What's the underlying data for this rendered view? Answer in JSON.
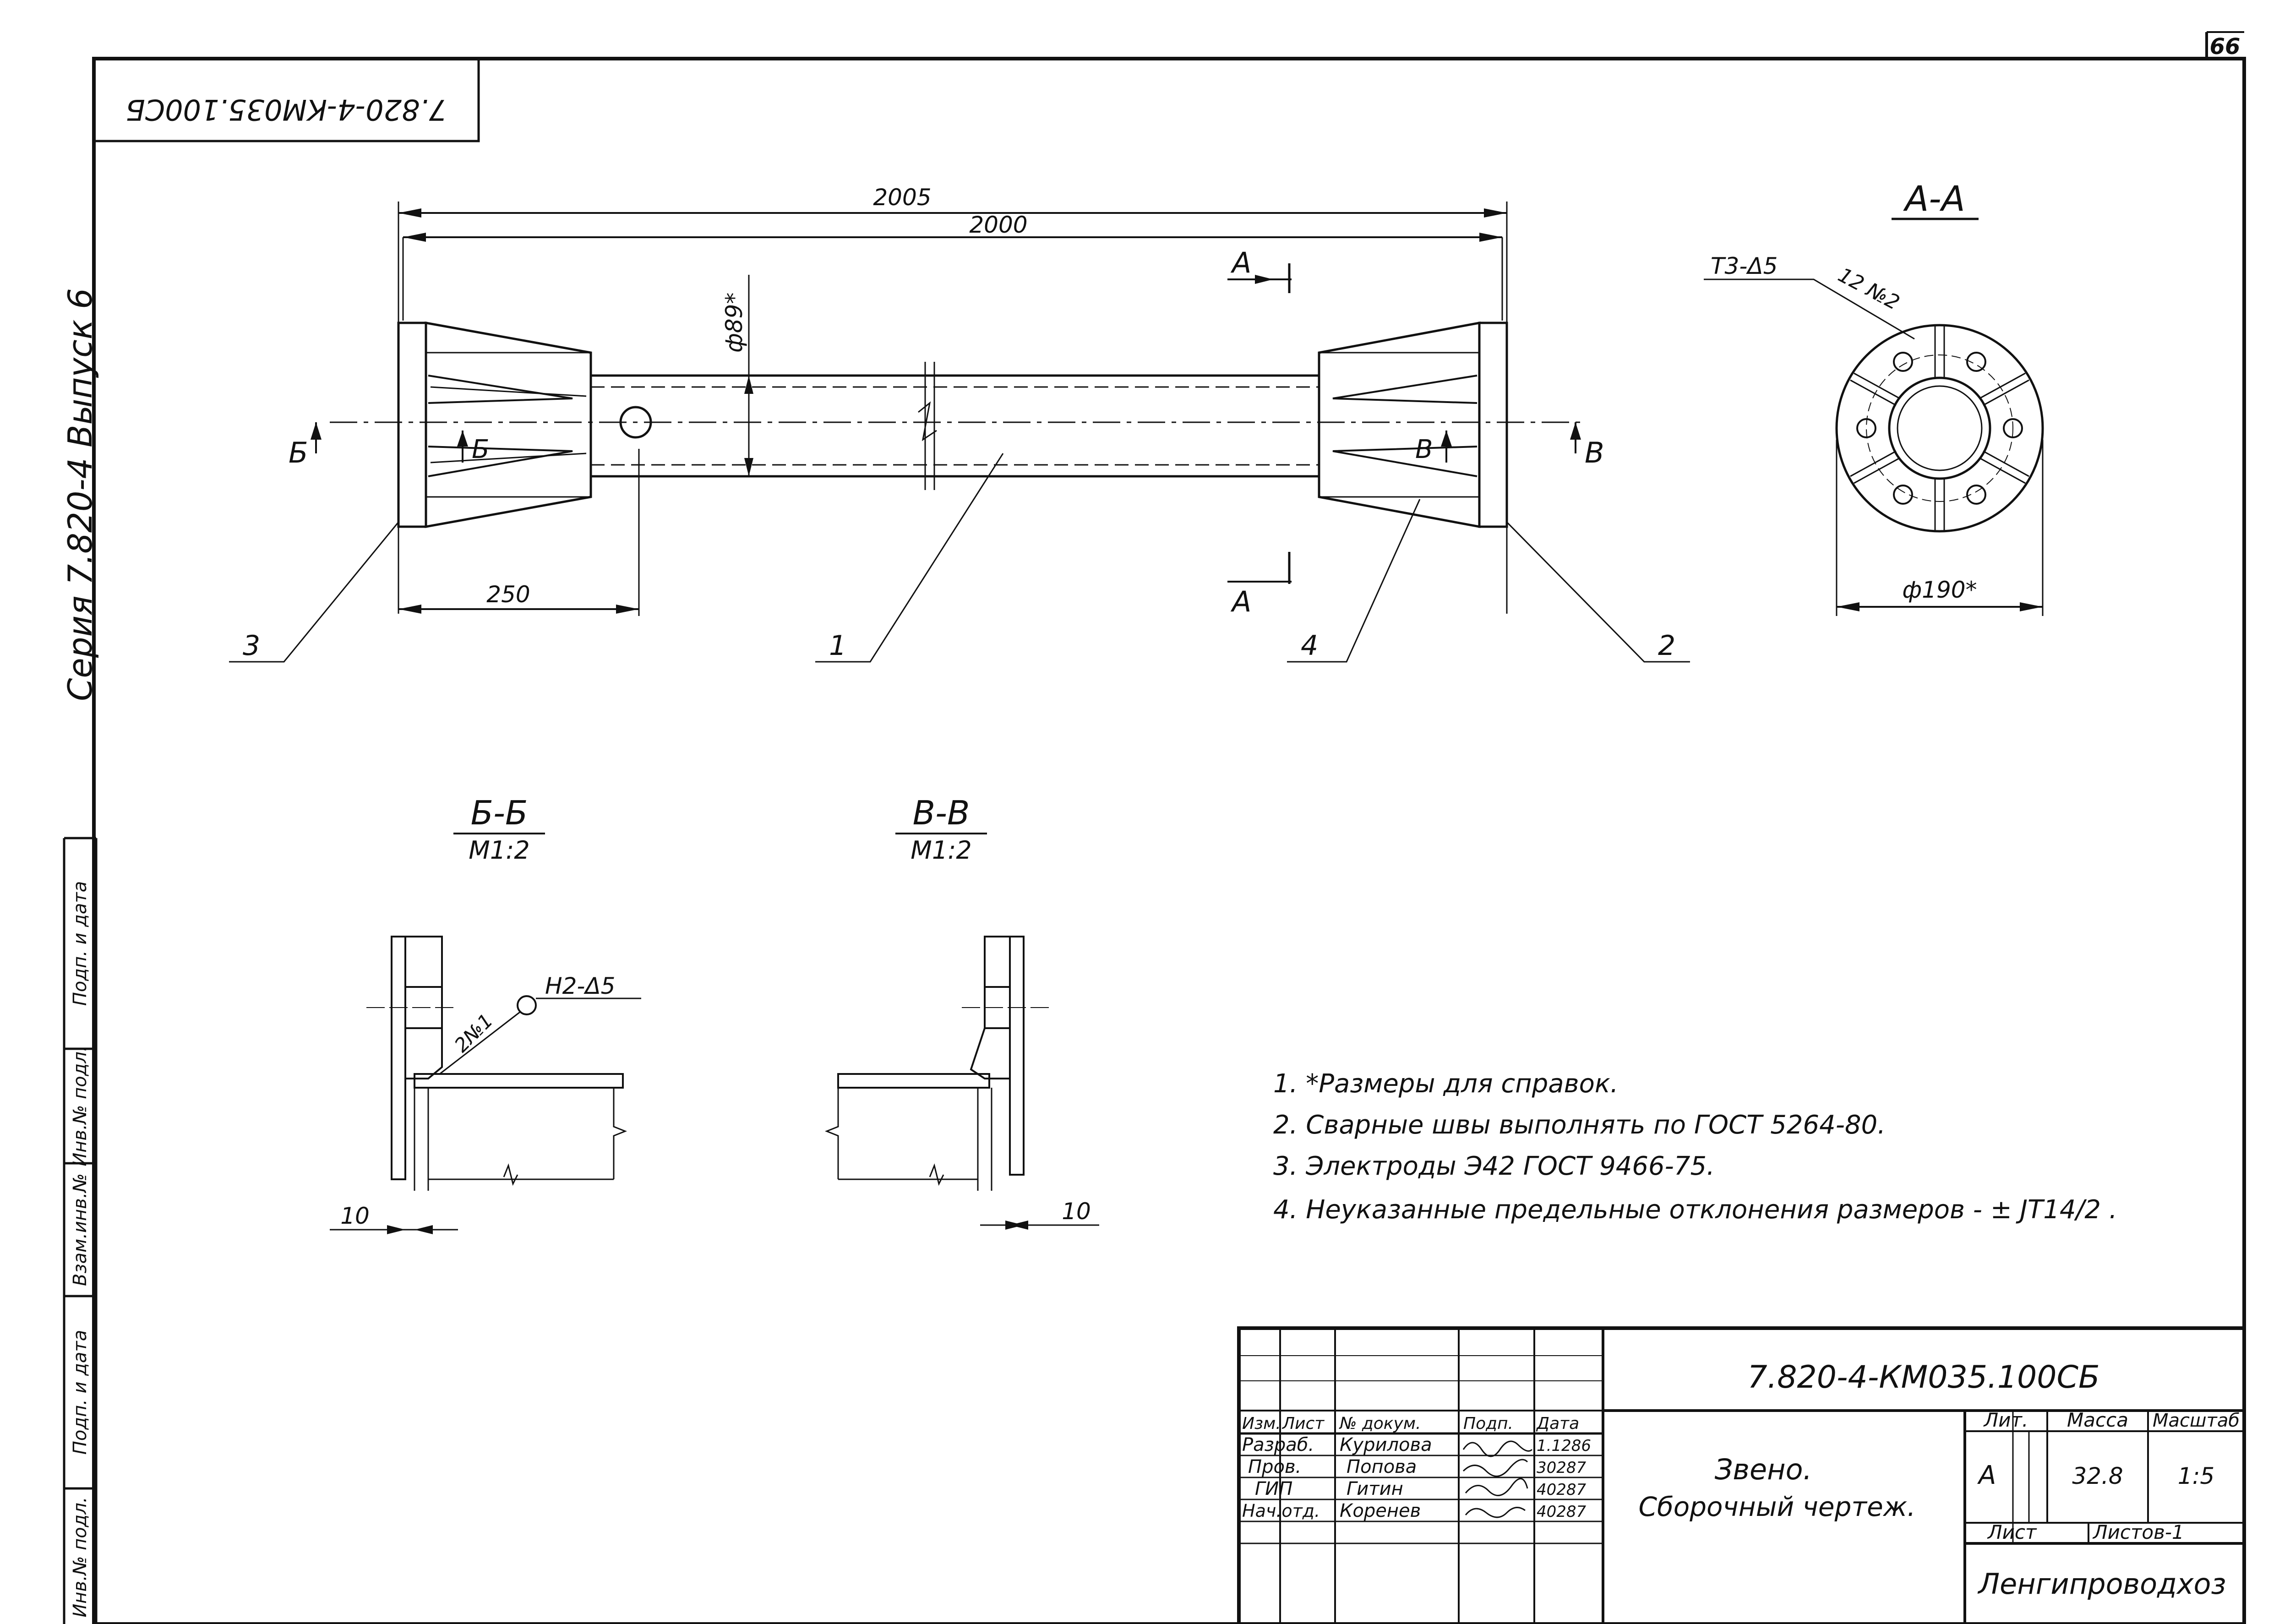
{
  "sheet": {
    "page_number": "66",
    "corner_stamp": "7.820-4-КМ035.100СБ",
    "side_label": "Серия  7.820-4   Выпуск 6",
    "left_strip": {
      "podp_data_1": "Подп. и дата",
      "vzam_inv": "Взам.инв.№",
      "inv_podl": "Инв.№ подл.",
      "podp_data_2": "Подп. и дата",
      "inv_podl_2": "Инв.№ подл."
    }
  },
  "main_view": {
    "dim_total": "2005",
    "dim_length": "2000",
    "dim_diameter": "ф89*",
    "dim_end": "250",
    "section_a_top": "А",
    "section_a_bottom": "А",
    "section_b_left": "Б",
    "section_b_inner": "Б",
    "section_v_inner": "В",
    "section_v_right": "В",
    "callout_3": "3",
    "callout_1": "1",
    "callout_4": "4",
    "callout_2": "2"
  },
  "view_aa": {
    "title": "А-А",
    "weld_label": "Т3-Δ5",
    "weld_note": "12 №2",
    "diameter": "ф190*"
  },
  "section_bb": {
    "title": "Б-Б",
    "scale": "М1:2",
    "weld_label": "Н2-Δ5",
    "weld_note": "2№1",
    "dim": "10"
  },
  "section_vv": {
    "title": "В-В",
    "scale": "М1:2",
    "dim": "10"
  },
  "notes": [
    "1.  *Размеры для справок.",
    "2.  Сварные швы выполнять по ГОСТ 5264-80.",
    "3.  Электроды Э42  ГОСТ 9466-75.",
    "4.  Неуказанные предельные отклонения размеров - ± JT14/2 ."
  ],
  "title_block": {
    "designation": "7.820-4-КМ035.100СБ",
    "hdr_izm": "Изм.",
    "hdr_list": "Лист",
    "hdr_doc": "№ докум.",
    "hdr_podp": "Подп.",
    "hdr_date": "Дата",
    "rows": [
      {
        "role": "Разраб.",
        "name": "Курилова",
        "date": "1.1286"
      },
      {
        "role": "Пров.",
        "name": "Попова",
        "date": "30287"
      },
      {
        "role": "ГИП",
        "name": "Гитин",
        "date": "40287"
      },
      {
        "role": "Нач.отд.",
        "name": "Коренев",
        "date": "40287"
      }
    ],
    "item_name": "Звено.",
    "item_desc": "Сборочный  чертеж.",
    "lit_label": "Лит.",
    "mass_label": "Масса",
    "scale_label": "Масштаб",
    "lit_value": "А",
    "mass_value": "32.8",
    "scale_value": "1:5",
    "sheet_label": "Лист",
    "sheets_label": "Листов-1",
    "organization": "Ленгипроводхоз"
  }
}
